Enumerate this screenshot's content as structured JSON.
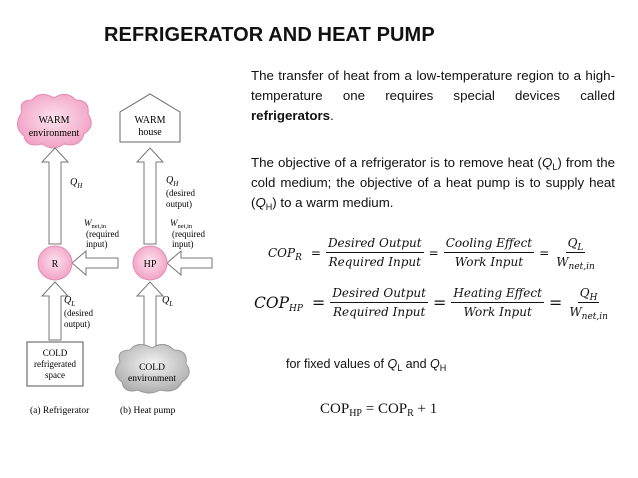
{
  "title": "REFRIGERATOR AND HEAT PUMP",
  "paragraph1": {
    "text": "The transfer of heat from a low-temperature region to a high-temperature one requires special devices called ",
    "bold": "refrigerators",
    "end": "."
  },
  "paragraph2": {
    "a": "The objective of a refrigerator is to remove heat (",
    "b": ") from the cold medium; the objective of a heat pump is to supply heat (",
    "c": ") to a warm medium."
  },
  "eq_r": {
    "lhs": "COP",
    "lhs_sub": "R",
    "f1_num": "Desired Output",
    "f1_den": "Required Input",
    "f2_num": "Cooling Effect",
    "f2_den": "Work Input",
    "f3_num": "Q",
    "f3_num_sub": "L",
    "f3_den": "W",
    "f3_den_sub": "net,in"
  },
  "eq_hp": {
    "lhs": "COP",
    "lhs_sub": "HP",
    "f1_num": "Desired Output",
    "f1_den": "Required Input",
    "f2_num": "Heating Effect",
    "f2_den": "Work Input",
    "f3_num": "Q",
    "f3_num_sub": "H",
    "f3_den": "W",
    "f3_den_sub": "net,in"
  },
  "fixed_values": {
    "a": "for fixed values of ",
    "mid": " and "
  },
  "final_eq": {
    "lhs": "COP",
    "lhs_sub": "HP",
    "rhs": " = COP",
    "rhs_sub": "R",
    "tail": " + 1"
  },
  "symbols": {
    "Q": "Q",
    "L": "L",
    "H": "H"
  },
  "diagram": {
    "ref_warm": "WARM",
    "ref_warm2": "environment",
    "ref_qh": "Q",
    "ref_qh_sub": "H",
    "ref_w": "W",
    "ref_w_sub": "net,in",
    "ref_w2": "(required",
    "ref_w3": "input)",
    "ref_r": "R",
    "ref_ql": "Q",
    "ref_ql_sub": "L",
    "ref_ql2": "(desired",
    "ref_ql3": "output)",
    "ref_cold": "COLD",
    "ref_cold2": "refrigerated",
    "ref_cold3": "space",
    "ref_caption": "(a) Refrigerator",
    "hp_warm": "WARM",
    "hp_warm2": "house",
    "hp_qh": "Q",
    "hp_qh_sub": "H",
    "hp_qh2": "(desired",
    "hp_qh3": "output)",
    "hp_w": "W",
    "hp_w_sub": "net,in",
    "hp_w2": "(required",
    "hp_w3": "input)",
    "hp_hp": "HP",
    "hp_ql": "Q",
    "hp_ql_sub": "L",
    "hp_cold": "COLD",
    "hp_cold2": "environment",
    "hp_caption": "(b) Heat pump"
  },
  "colors": {
    "pink": "#f3a6c8",
    "gray": "#bdbdbd",
    "text": "#111111"
  }
}
